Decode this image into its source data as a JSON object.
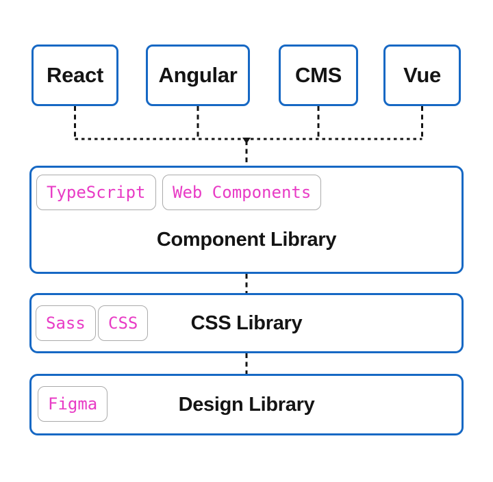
{
  "consumers": [
    "React",
    "Angular",
    "CMS",
    "Vue"
  ],
  "layers": [
    {
      "title": "Component Library",
      "tags": [
        "TypeScript",
        "Web Components"
      ]
    },
    {
      "title": "CSS Library",
      "tags": [
        "Sass",
        "CSS"
      ]
    },
    {
      "title": "Design Library",
      "tags": [
        "Figma"
      ]
    }
  ],
  "edges": [
    {
      "from": "React",
      "to": "Component Library",
      "style": "dashed"
    },
    {
      "from": "Angular",
      "to": "Component Library",
      "style": "dashed"
    },
    {
      "from": "CMS",
      "to": "Component Library",
      "style": "dashed"
    },
    {
      "from": "Vue",
      "to": "Component Library",
      "style": "dashed"
    },
    {
      "from": "Component Library",
      "to": "CSS Library",
      "style": "dashed"
    },
    {
      "from": "CSS Library",
      "to": "Design Library",
      "style": "dashed"
    }
  ],
  "arrowhead_direction": "down",
  "colors": {
    "node_border": "#1668c4",
    "tag_text": "#e83bc5",
    "tag_border": "#aaaaaa",
    "connector": "#141414",
    "label_text": "#141414",
    "background": "#ffffff"
  }
}
